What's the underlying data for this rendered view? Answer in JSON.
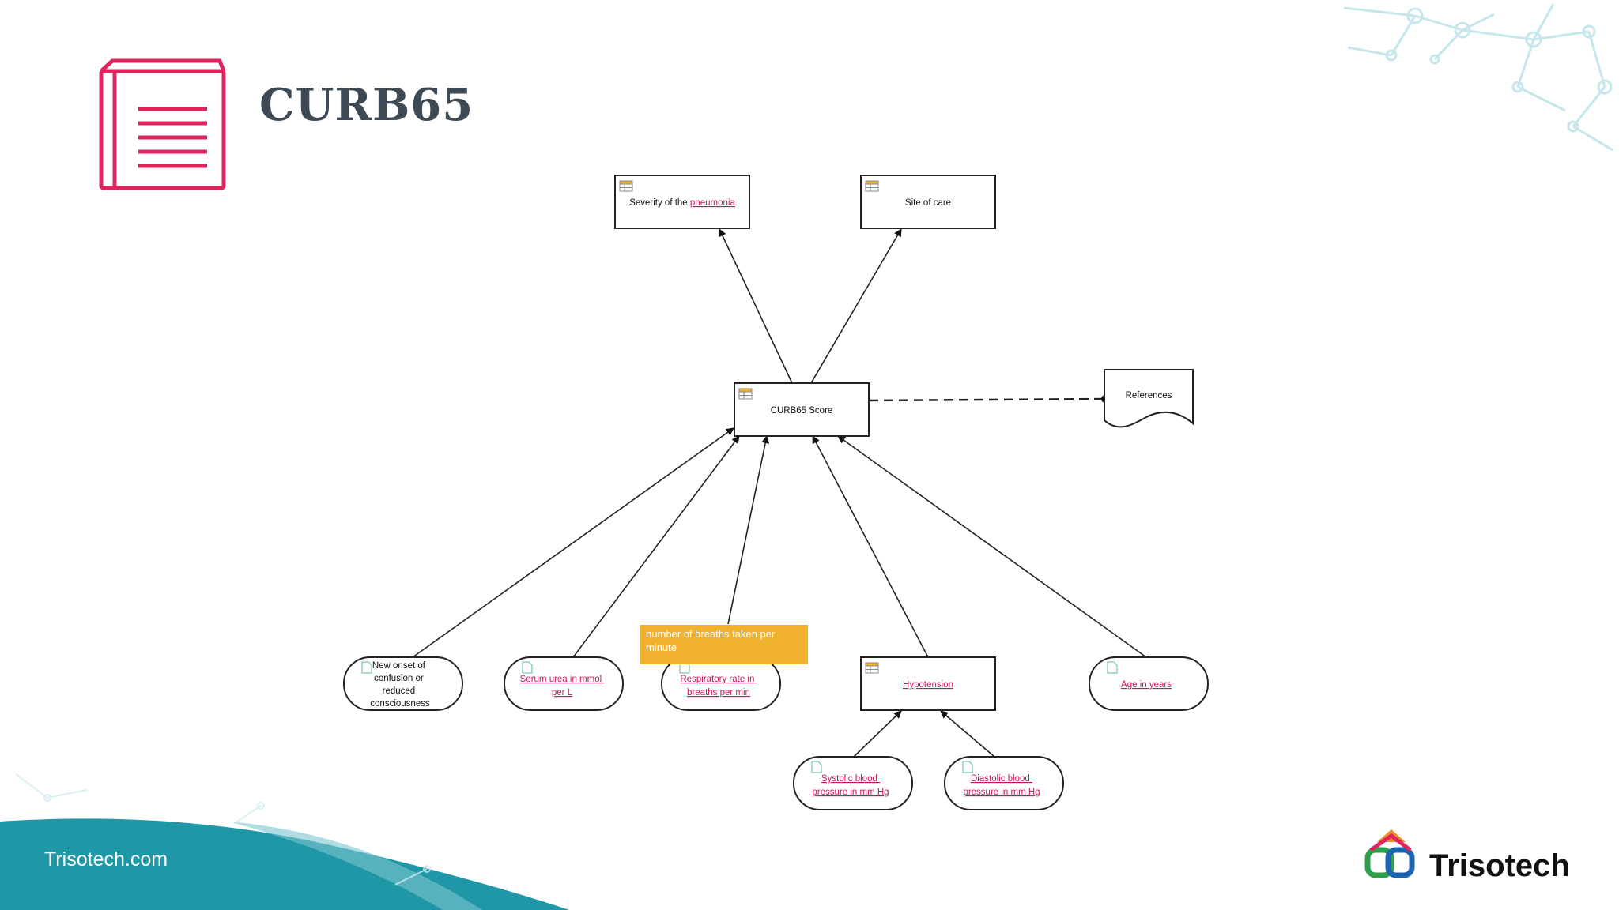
{
  "slide": {
    "title": "CURB65",
    "footer_url": "Trisotech.com",
    "brand_name": "Trisotech",
    "icons": {
      "doc": "book-icon",
      "logo": "trisotech-logo-icon"
    }
  },
  "colors": {
    "accent": "#e0245e",
    "teal": "#1f97a6",
    "title": "#3d4a56",
    "tooltip": "#f0b22e",
    "link": "#c2185b"
  },
  "diagram": {
    "decisions": {
      "severity": {
        "prefix": "Severity of the ",
        "link": "pneumonia"
      },
      "site": {
        "label": "Site of care"
      },
      "score": {
        "label": "CURB65 Score"
      },
      "hypotension": {
        "label": "Hypotension"
      }
    },
    "knowledge_source": {
      "label": "References"
    },
    "inputs": {
      "confusion": [
        "New onset of",
        "confusion or",
        "reduced",
        "consciousness"
      ],
      "urea": [
        "Serum urea in mmol",
        "per L"
      ],
      "resp": [
        "Respiratory rate in",
        "breaths per min"
      ],
      "age": [
        "Age in years"
      ],
      "systolic": [
        "Systolic blood",
        "pressure in mm Hg"
      ],
      "diastolic": [
        "Diastolic blood",
        "pressure in mm Hg"
      ]
    },
    "tooltip": "number of breaths taken per minute"
  }
}
